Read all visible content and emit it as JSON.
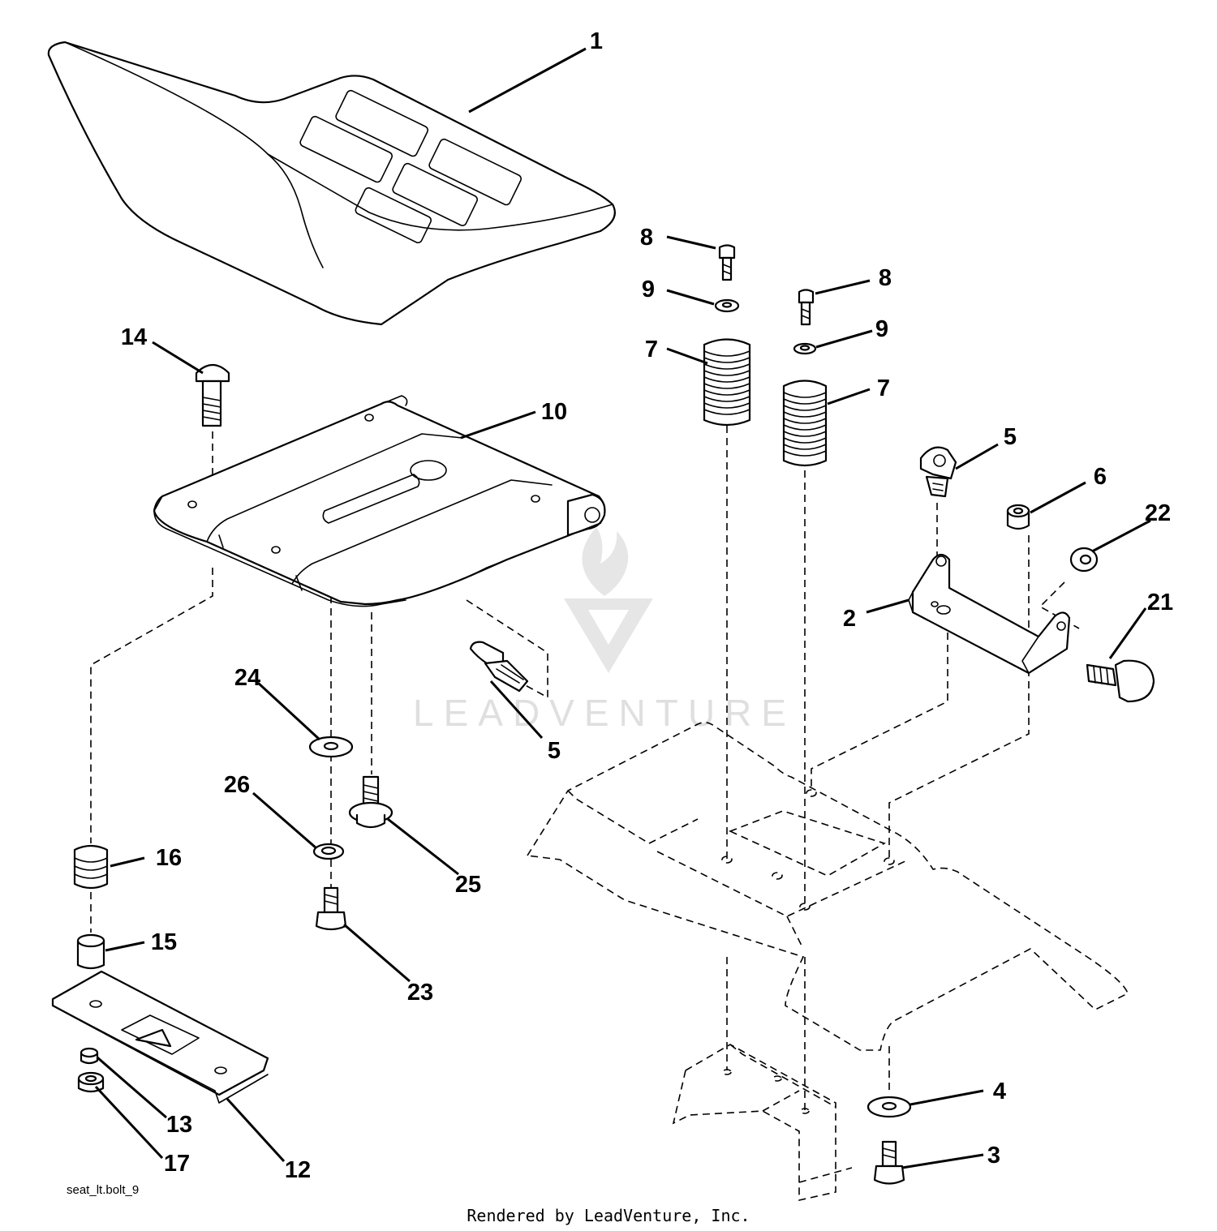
{
  "diagram_id": "seat_lt.bolt_9",
  "footer": "Rendered by LeadVenture, Inc.",
  "watermark": "LEADVENTURE",
  "callouts": [
    {
      "id": "c1",
      "label": "1"
    },
    {
      "id": "c2",
      "label": "2"
    },
    {
      "id": "c3",
      "label": "3"
    },
    {
      "id": "c4",
      "label": "4"
    },
    {
      "id": "c5a",
      "label": "5"
    },
    {
      "id": "c5b",
      "label": "5"
    },
    {
      "id": "c6",
      "label": "6"
    },
    {
      "id": "c7a",
      "label": "7"
    },
    {
      "id": "c7b",
      "label": "7"
    },
    {
      "id": "c8a",
      "label": "8"
    },
    {
      "id": "c8b",
      "label": "8"
    },
    {
      "id": "c9a",
      "label": "9"
    },
    {
      "id": "c9b",
      "label": "9"
    },
    {
      "id": "c10",
      "label": "10"
    },
    {
      "id": "c12",
      "label": "12"
    },
    {
      "id": "c13",
      "label": "13"
    },
    {
      "id": "c14",
      "label": "14"
    },
    {
      "id": "c15",
      "label": "15"
    },
    {
      "id": "c16",
      "label": "16"
    },
    {
      "id": "c17",
      "label": "17"
    },
    {
      "id": "c21",
      "label": "21"
    },
    {
      "id": "c22",
      "label": "22"
    },
    {
      "id": "c23",
      "label": "23"
    },
    {
      "id": "c24",
      "label": "24"
    },
    {
      "id": "c25",
      "label": "25"
    },
    {
      "id": "c26",
      "label": "26"
    }
  ]
}
